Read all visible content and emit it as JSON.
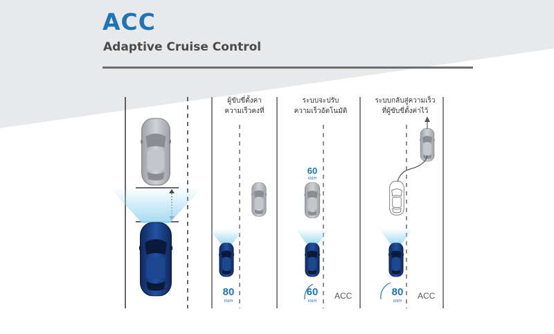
{
  "title": "ACC",
  "subtitle": "Adaptive Cruise Control",
  "panels": [
    {
      "caption_line1": "ผู้ขับขี่ตั้งค่า",
      "caption_line2": "ความเร็วคงที่",
      "speed": "80",
      "unit": "KM/H"
    },
    {
      "caption_line1": "ระบบจะปรับ",
      "caption_line2": "ความเร็วอัตโนมัติ",
      "lead_speed": "60",
      "lead_unit": "KM/H",
      "speed": "60",
      "unit": "KM/H",
      "acc_label": "ACC"
    },
    {
      "caption_line1": "ระบบกลับสู่ความเร็ว",
      "caption_line2": "ที่ผู้ขับขี่ตั้งค่าไว้",
      "speed": "80",
      "unit": "KM/H",
      "acc_label": "ACC"
    }
  ],
  "colors": {
    "accent": "#1f74b8",
    "car_blue": "#1a3f86",
    "car_grey": "#b9bcc1",
    "road_line": "#444444",
    "sensor_beam": "#bfe6f7"
  }
}
